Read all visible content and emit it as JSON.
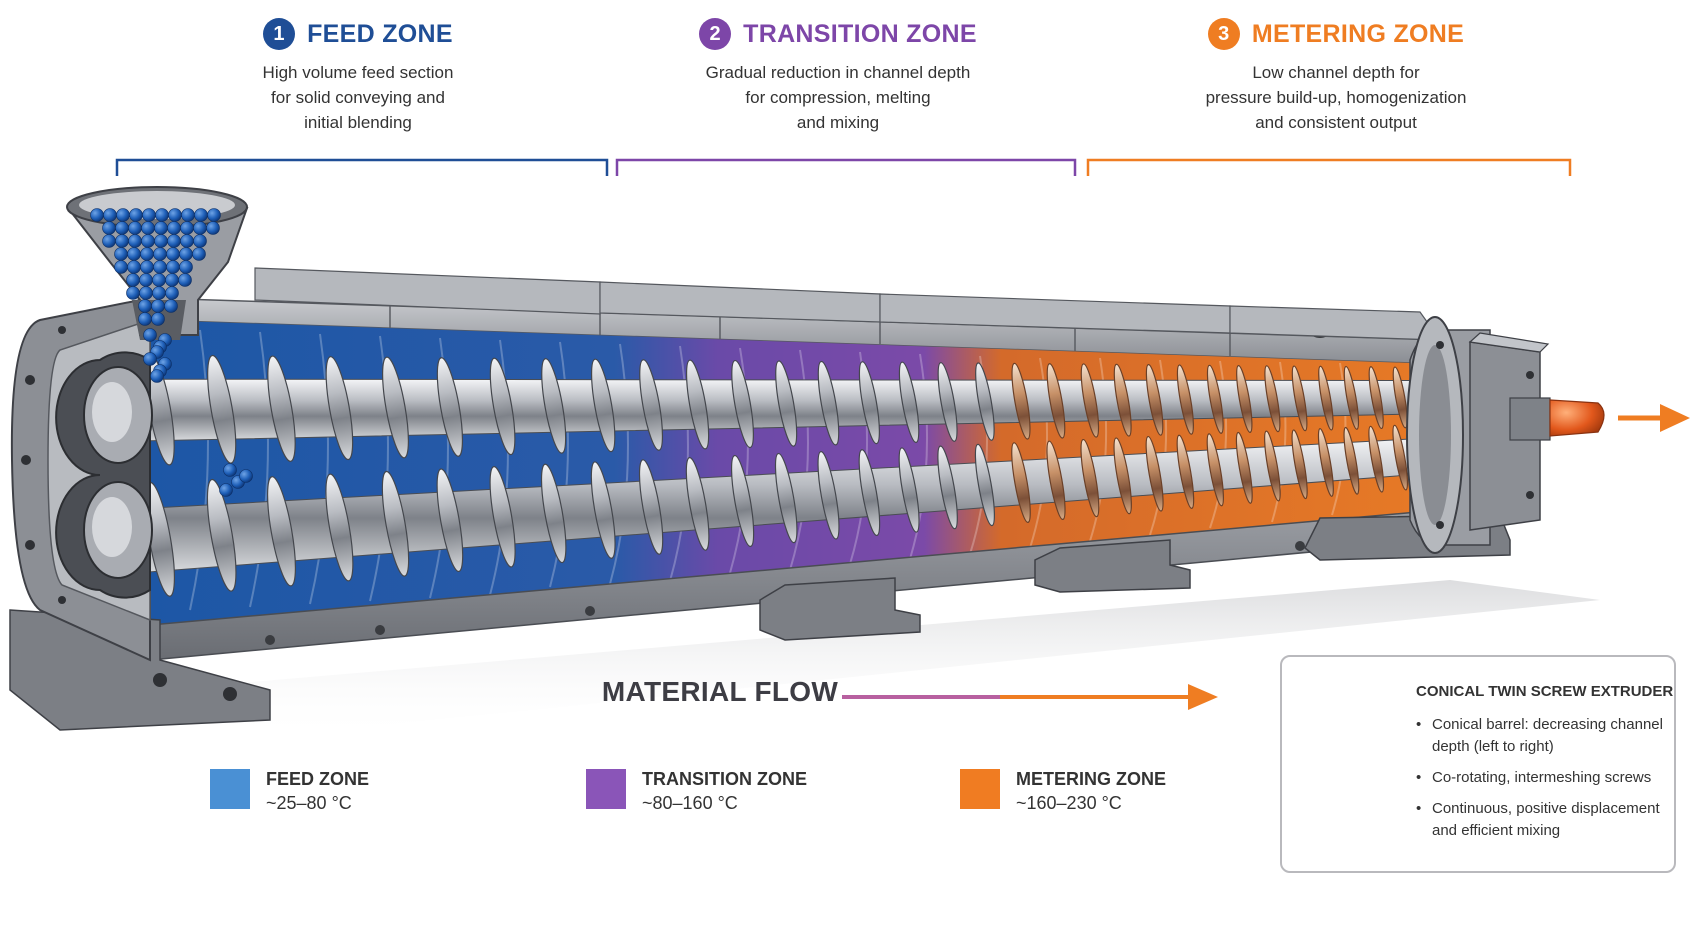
{
  "zones": [
    {
      "number": "1",
      "title": "FEED ZONE",
      "description": "High volume feed section\nfor solid conveying and\ninitial blending",
      "color": "#1f4e96"
    },
    {
      "number": "2",
      "title": "TRANSITION ZONE",
      "description": "Gradual reduction in channel depth\nfor compression, melting\nand mixing",
      "color": "#7d46a8"
    },
    {
      "number": "3",
      "title": "METERING ZONE",
      "description": "Low channel depth for\npressure build-up, homogenization\nand consistent output",
      "color": "#ef7d22"
    }
  ],
  "flow_label": "MATERIAL FLOW",
  "legend": [
    {
      "name": "FEED ZONE",
      "temperature": "~25–80 °C",
      "color": "#4a90d4"
    },
    {
      "name": "TRANSITION ZONE",
      "temperature": "~80–160 °C",
      "color": "#8a55b8"
    },
    {
      "name": "METERING ZONE",
      "temperature": "~160–230 °C",
      "color": "#f07c22"
    }
  ],
  "info_box": {
    "title": "CONICAL TWIN SCREW EXTRUDER",
    "bullets": [
      "Conical barrel: decreasing channel depth (left to right)",
      "Co-rotating, intermeshing screws",
      "Continuous, positive displacement and efficient mixing"
    ]
  },
  "colors": {
    "feed_accent": "#1f4e96",
    "transition_accent": "#7d46a8",
    "metering_accent": "#ef7d22",
    "barrel_steel": "#8e9196"
  }
}
